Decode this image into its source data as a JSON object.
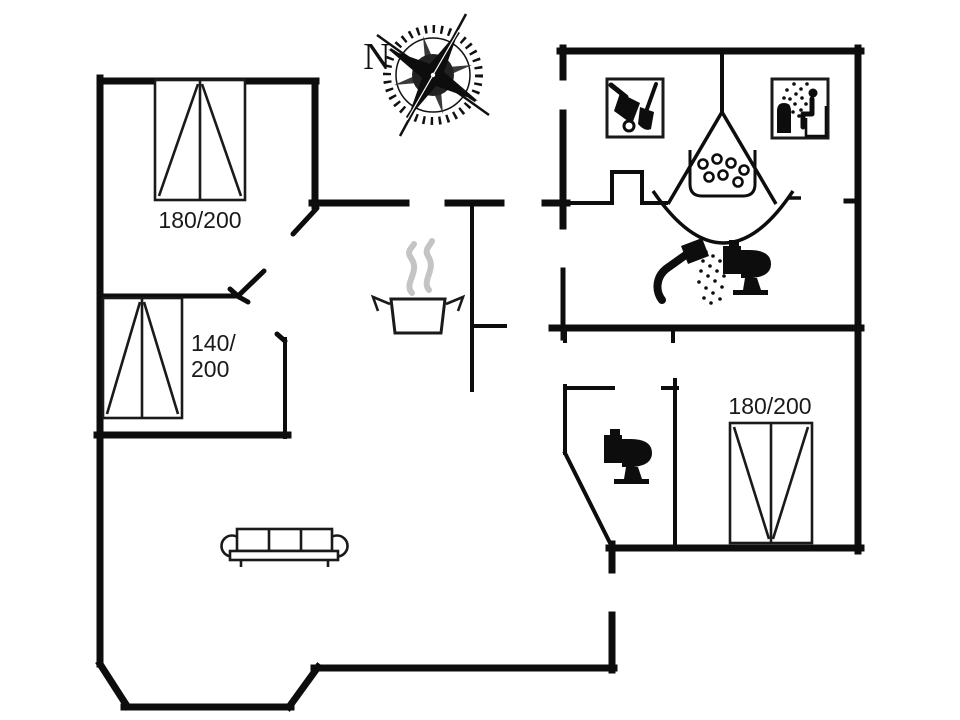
{
  "page": {
    "background": "#ffffff",
    "wall_color": "#0d0d0d",
    "steam_color": "#c4c4c4"
  },
  "compass": {
    "north_label": "N"
  },
  "rooms": {
    "bedroom_top_left": {
      "bed_size": "180/200"
    },
    "bedroom_mid_left": {
      "bed_size_line1": "140/",
      "bed_size_line2": "200"
    },
    "bedroom_bottom_right": {
      "bed_size": "180/200"
    }
  },
  "icons": {
    "compass-rose": "eight-point star in tick ring",
    "double-bed": "rectangle with V diagonals",
    "sofa": "three-seat sofa outline",
    "cooking-pot": "pot with rising steam",
    "garden-tools": "wheelbarrow and spade in box",
    "sauna": "person on sauna bench with steam dots",
    "whirlpool-corner-bath": "quarter-circle fan with bubble tub",
    "hand-shower": "shower head with spray drops",
    "toilet": "toilet side view silhouette"
  }
}
